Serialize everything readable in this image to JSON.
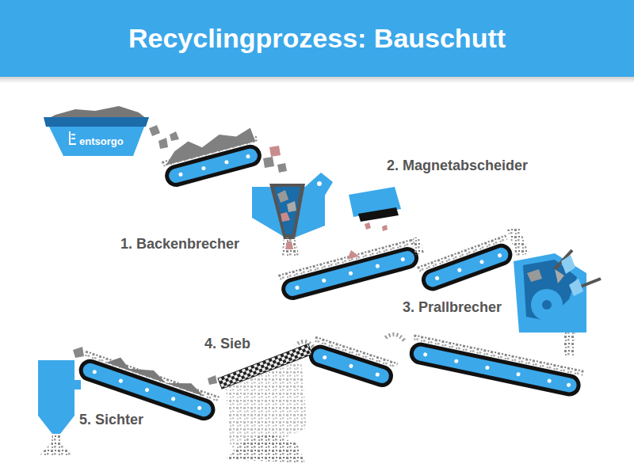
{
  "diagram": {
    "title": "Recyclingprozess: Bauschutt",
    "labels": [
      "entsorgo",
      "1. Backenbrecher",
      "2. Magnetabscheider",
      "3. Prallbrecher",
      "4. Sieb",
      "5. Sichter"
    ]
  }
}
